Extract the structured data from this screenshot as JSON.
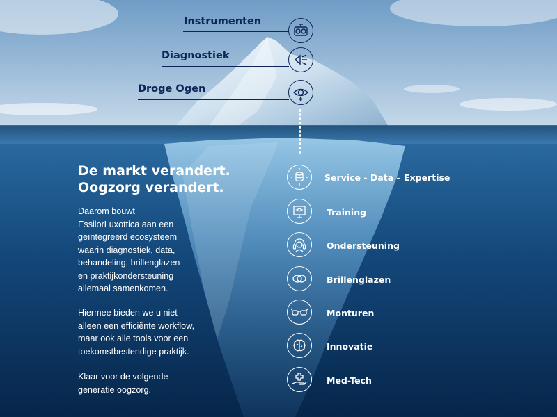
{
  "colors": {
    "sky_top": "#6f9cc6",
    "sky_bottom": "#c4d8e9",
    "ocean_surface": "#2d6ea4",
    "ocean_deep": "#06264a",
    "navy_text": "#0d2557",
    "white": "#ffffff"
  },
  "top_items": [
    {
      "label": "Instrumenten",
      "icon": "instruments-icon"
    },
    {
      "label": "Diagnostiek",
      "icon": "diagnostics-icon"
    },
    {
      "label": "Droge Ogen",
      "icon": "dry-eye-icon"
    }
  ],
  "headline": {
    "line1": "De markt verandert.",
    "line2": "Oogzorg verandert."
  },
  "paragraphs": [
    [
      "Daarom bouwt",
      "EssilorLuxottica aan een",
      "geïntegreerd ecosysteem",
      "waarin diagnostiek, data,",
      "behandeling, brillenglazen",
      "en praktijkondersteuning",
      "allemaal samenkomen."
    ],
    [
      "Hiermee bieden we u niet",
      "alleen een efficiënte workflow,",
      "maar ook alle tools voor een",
      "toekomstbestendige praktijk."
    ],
    [
      "Klaar voor de volgende",
      "generatie oogzorg."
    ]
  ],
  "bottom_items": [
    {
      "label": "Service - Data – Expertise",
      "icon": "data-service-icon"
    },
    {
      "label": "Training",
      "icon": "training-icon"
    },
    {
      "label": "Ondersteuning",
      "icon": "support-headset-icon"
    },
    {
      "label": "Brillenglazen",
      "icon": "lenses-icon"
    },
    {
      "label": "Monturen",
      "icon": "glasses-frame-icon"
    },
    {
      "label": "Innovatie",
      "icon": "innovation-brain-icon"
    },
    {
      "label": "Med-Tech",
      "icon": "med-tech-hand-icon"
    }
  ]
}
